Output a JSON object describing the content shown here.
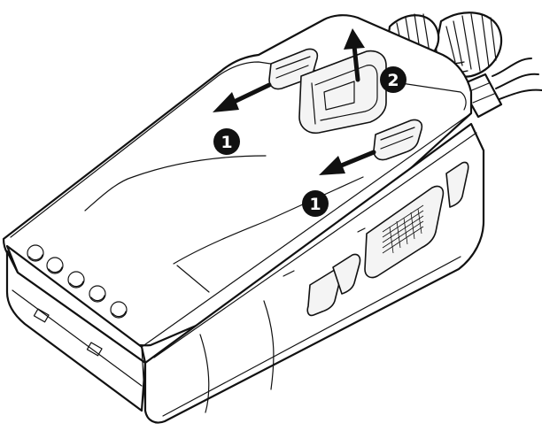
{
  "figure": {
    "steps": [
      {
        "label": "1"
      },
      {
        "label": "1"
      },
      {
        "label": "2"
      }
    ],
    "icons": {
      "release_arrow": "arrow-icon",
      "lift_arrow": "arrow-icon"
    }
  }
}
